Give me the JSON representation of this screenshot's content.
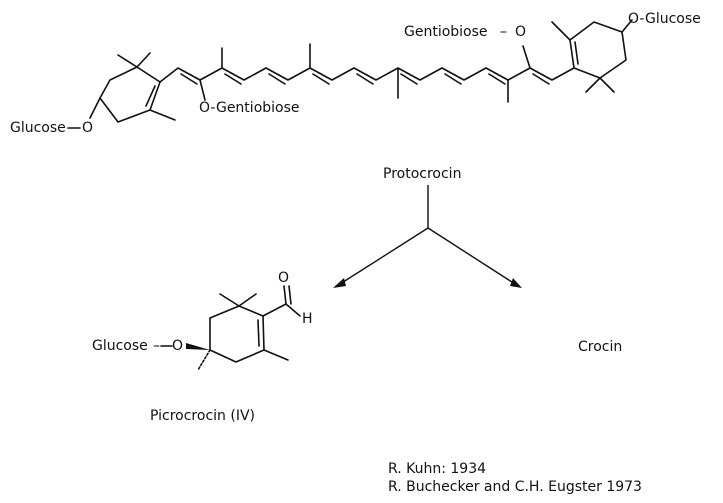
{
  "structures": {
    "top_molecule": {
      "glucose_left": "Glucose",
      "o_glucose_right": "O-Glucose",
      "gentiobiose_right": "Gentiobiose",
      "o_gentiobiose_left": "O-Gentiobiose",
      "ring_o_right": "O"
    },
    "picrocrocin": {
      "glucose_label": "Glucose",
      "o_atom": "O",
      "aldehyde_o": "O",
      "aldehyde_h": "H"
    }
  },
  "labels": {
    "protocrocin": "Protocrocin",
    "picrocrocin": "Picrocrocin (IV)",
    "crocin": "Crocin"
  },
  "references": {
    "line1": "R. Kuhn: 1934",
    "line2": "R. Buchecker and C.H. Eugster 1973"
  }
}
